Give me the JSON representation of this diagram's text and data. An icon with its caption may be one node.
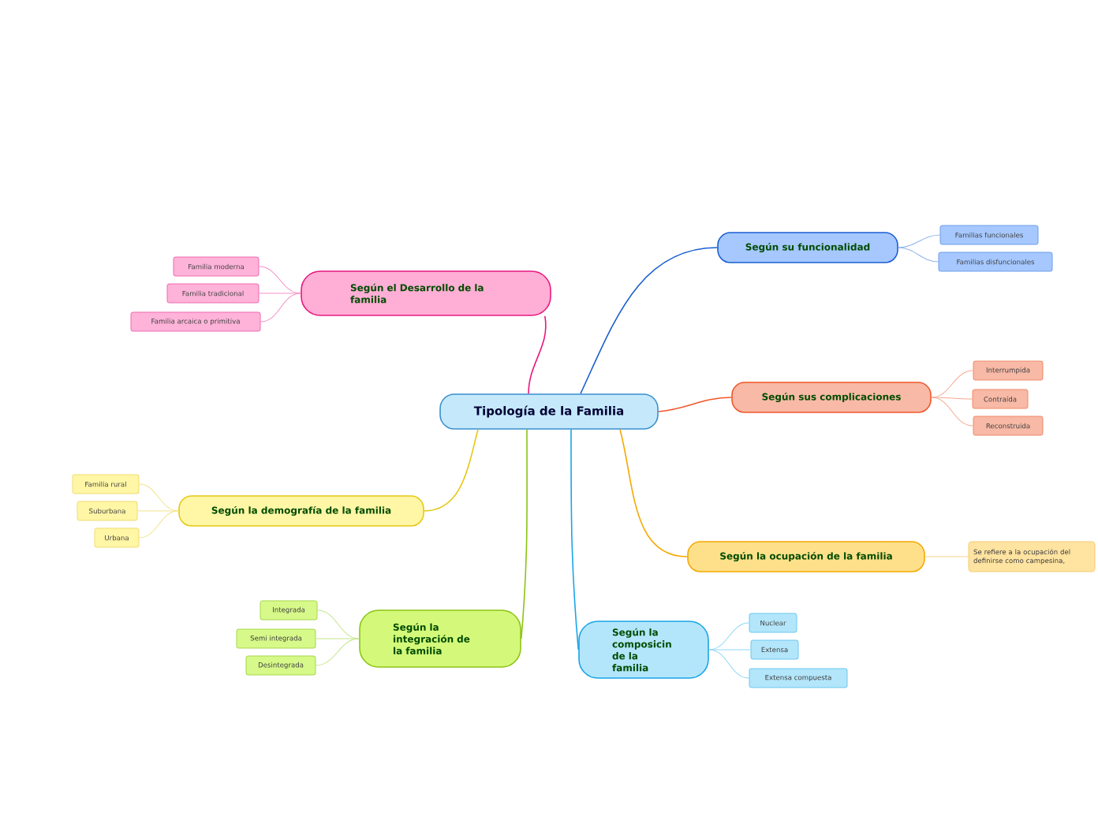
{
  "diagram": {
    "nodes": [
      {
        "text": [
          "Tipología de la Familia"
        ]
      },
      {
        "text": [
          "Según el Desarrollo de la familia"
        ]
      },
      {
        "text": [
          "Familia moderna"
        ]
      },
      {
        "text": [
          "Familia tradicional"
        ]
      },
      {
        "text": [
          "Familia arcaica o primitiva"
        ]
      },
      {
        "text": [
          "Según su funcionalidad"
        ]
      },
      {
        "text": [
          "Familias funcionales"
        ]
      },
      {
        "text": [
          "Familias disfuncionales"
        ]
      },
      {
        "text": [
          "Según sus complicaciones"
        ]
      },
      {
        "text": [
          "Interrumpida"
        ]
      },
      {
        "text": [
          "Contraída"
        ]
      },
      {
        "text": [
          "Reconstruida"
        ]
      },
      {
        "text": [
          "Según la demografía de la familia"
        ]
      },
      {
        "text": [
          "Familia rural"
        ]
      },
      {
        "text": [
          "Suburbana"
        ]
      },
      {
        "text": [
          "Urbana"
        ]
      },
      {
        "text": [
          "Según la ocupación de la familia"
        ]
      },
      {
        "text": [
          "Se refiere a la ocupación del definirse como campesina,"
        ]
      },
      {
        "text": [
          "Según la integración de la familia"
        ]
      },
      {
        "text": [
          "Integrada"
        ]
      },
      {
        "text": [
          "Semi integrada"
        ]
      },
      {
        "text": [
          "Desintegrada"
        ]
      },
      {
        "text": [
          "Según la composicin de la familia"
        ]
      },
      {
        "text": [
          "Nuclear"
        ]
      },
      {
        "text": [
          "Extensa"
        ]
      },
      {
        "text": [
          "Extensa compuesta"
        ]
      }
    ],
    "edges": [
      {
        "from": 0,
        "to": 1,
        "arrow": "none",
        "color": "#e8197f"
      },
      {
        "from": 0,
        "to": 5,
        "arrow": "none",
        "color": "#1a5fd1"
      },
      {
        "from": 0,
        "to": 8,
        "arrow": "none",
        "color": "#f0572a"
      },
      {
        "from": 0,
        "to": 12,
        "arrow": "none",
        "color": "#e6c814"
      },
      {
        "from": 0,
        "to": 16,
        "arrow": "none",
        "color": "#f5a800"
      },
      {
        "from": 0,
        "to": 18,
        "arrow": "none",
        "color": "#8cc415"
      },
      {
        "from": 0,
        "to": 22,
        "arrow": "none",
        "color": "#1aa5e8"
      },
      {
        "from": 1,
        "to": 2,
        "arrow": "none",
        "color": "#f590c4"
      },
      {
        "from": 1,
        "to": 3,
        "arrow": "none",
        "color": "#f590c4"
      },
      {
        "from": 1,
        "to": 4,
        "arrow": "none",
        "color": "#f590c4"
      },
      {
        "from": 5,
        "to": 6,
        "arrow": "none",
        "color": "#8fb4ef"
      },
      {
        "from": 5,
        "to": 7,
        "arrow": "none",
        "color": "#8fb4ef"
      },
      {
        "from": 8,
        "to": 9,
        "arrow": "none",
        "color": "#f5a890"
      },
      {
        "from": 8,
        "to": 10,
        "arrow": "none",
        "color": "#f5a890"
      },
      {
        "from": 8,
        "to": 11,
        "arrow": "none",
        "color": "#f5a890"
      },
      {
        "from": 12,
        "to": 13,
        "arrow": "none",
        "color": "#f2e48a"
      },
      {
        "from": 12,
        "to": 14,
        "arrow": "none",
        "color": "#f2e48a"
      },
      {
        "from": 12,
        "to": 15,
        "arrow": "none",
        "color": "#f2e48a"
      },
      {
        "from": 16,
        "to": 17,
        "arrow": "none",
        "color": "#f8d690"
      },
      {
        "from": 18,
        "to": 19,
        "arrow": "none",
        "color": "#c2e58a"
      },
      {
        "from": 18,
        "to": 20,
        "arrow": "none",
        "color": "#c2e58a"
      },
      {
        "from": 18,
        "to": 21,
        "arrow": "none",
        "color": "#c2e58a"
      },
      {
        "from": 22,
        "to": 23,
        "arrow": "none",
        "color": "#8fd6f5"
      },
      {
        "from": 22,
        "to": 24,
        "arrow": "none",
        "color": "#8fd6f5"
      },
      {
        "from": 22,
        "to": 25,
        "arrow": "none",
        "color": "#8fd6f5"
      }
    ]
  }
}
